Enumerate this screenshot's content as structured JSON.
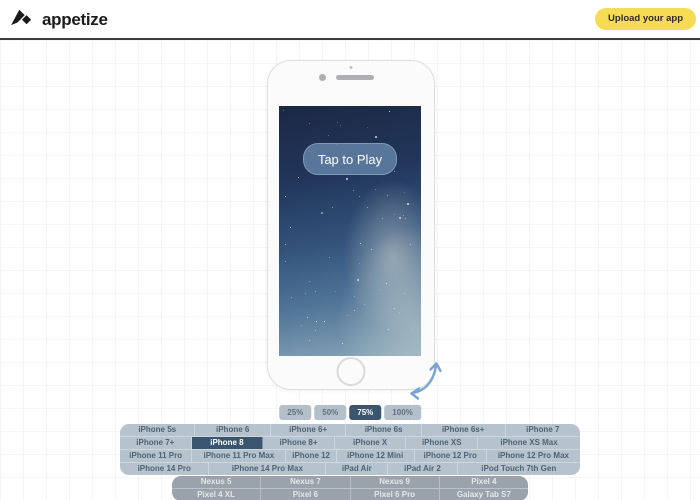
{
  "header": {
    "logo_text": "appetize",
    "upload_button": "Upload your app"
  },
  "phone": {
    "tap_to_play": "Tap to Play"
  },
  "zoom_controls": {
    "options": [
      "25%",
      "50%",
      "75%",
      "100%"
    ],
    "selected": "75%"
  },
  "device_groups": {
    "ios": {
      "selected": "iPhone 8",
      "rows": [
        [
          "iPhone 5s",
          "iPhone 6",
          "iPhone 6+",
          "iPhone 6s",
          "iPhone 6s+",
          "iPhone 7"
        ],
        [
          "iPhone 7+",
          "iPhone 8",
          "iPhone 8+",
          "iPhone X",
          "iPhone XS",
          "iPhone XS Max"
        ],
        [
          "iPhone 11 Pro",
          "iPhone 11 Pro Max",
          "iPhone 12",
          "iPhone 12 Mini",
          "iPhone 12 Pro",
          "iPhone 12 Pro Max"
        ],
        [
          "iPhone 14 Pro",
          "iPhone 14 Pro Max",
          "iPad Air",
          "iPad Air 2",
          "iPod Touch 7th Gen"
        ]
      ]
    },
    "android": {
      "rows": [
        [
          "Nexus 5",
          "Nexus 7",
          "Nexus 9",
          "Pixel 4"
        ],
        [
          "Pixel 4 XL",
          "Pixel 6",
          "Pixel 6 Pro",
          "Galaxy Tab S7"
        ]
      ]
    }
  },
  "colors": {
    "accent_yellow": "#f6dc55",
    "selected_device": "#3a556e",
    "ios_group_bg": "#b6c2cc",
    "android_group_bg": "#9aa2ab",
    "rotate_arrow": "#7aa3d4",
    "tap_button": "#5e80a3"
  }
}
